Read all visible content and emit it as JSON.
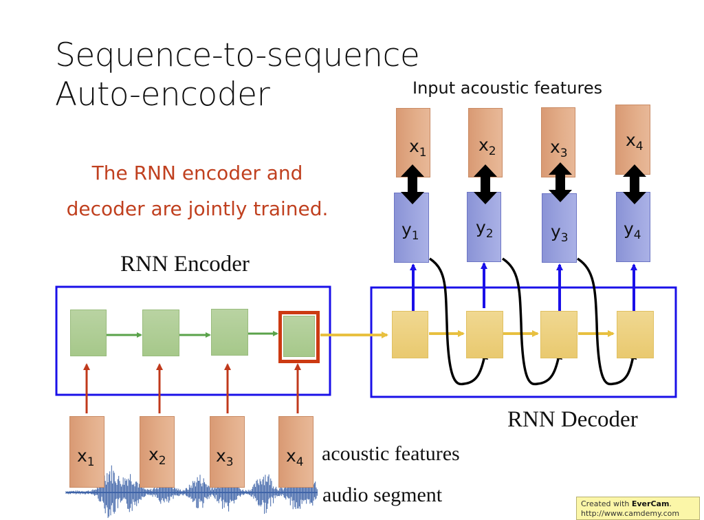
{
  "slide": {
    "title_line1": "Sequence-to-sequence",
    "title_line2": "Auto-encoder",
    "note_line1": "The RNN encoder and",
    "note_line2": "decoder are jointly trained.",
    "encoder_label": "RNN Encoder",
    "decoder_label": "RNN Decoder",
    "input_features_label": "Input acoustic features",
    "acoustic_features_label": "acoustic features",
    "audio_segment_label": "audio segment"
  },
  "encoder_inputs": [
    {
      "sym": "x",
      "sub": "1"
    },
    {
      "sym": "x",
      "sub": "2"
    },
    {
      "sym": "x",
      "sub": "3"
    },
    {
      "sym": "x",
      "sub": "4"
    }
  ],
  "decoder_outputs": [
    {
      "sym": "y",
      "sub": "1"
    },
    {
      "sym": "y",
      "sub": "2"
    },
    {
      "sym": "y",
      "sub": "3"
    },
    {
      "sym": "y",
      "sub": "4"
    }
  ],
  "reconstruction_targets": [
    {
      "sym": "x",
      "sub": "1"
    },
    {
      "sym": "x",
      "sub": "2"
    },
    {
      "sym": "x",
      "sub": "3"
    },
    {
      "sym": "x",
      "sub": "4"
    }
  ],
  "credit": {
    "prefix": "Created with ",
    "brand": "EverCam",
    "suffix": ".",
    "url": "http://www.camdemy.com"
  },
  "colors": {
    "note_red": "#c0401f",
    "box_border_blue": "#1a10e8",
    "encoder_green": "#5aa24a",
    "decoder_yellow": "#e8c040",
    "highlight_red": "#cc3a12",
    "input_arrow_red": "#c0391b",
    "waveform_blue": "#3f64a8"
  }
}
